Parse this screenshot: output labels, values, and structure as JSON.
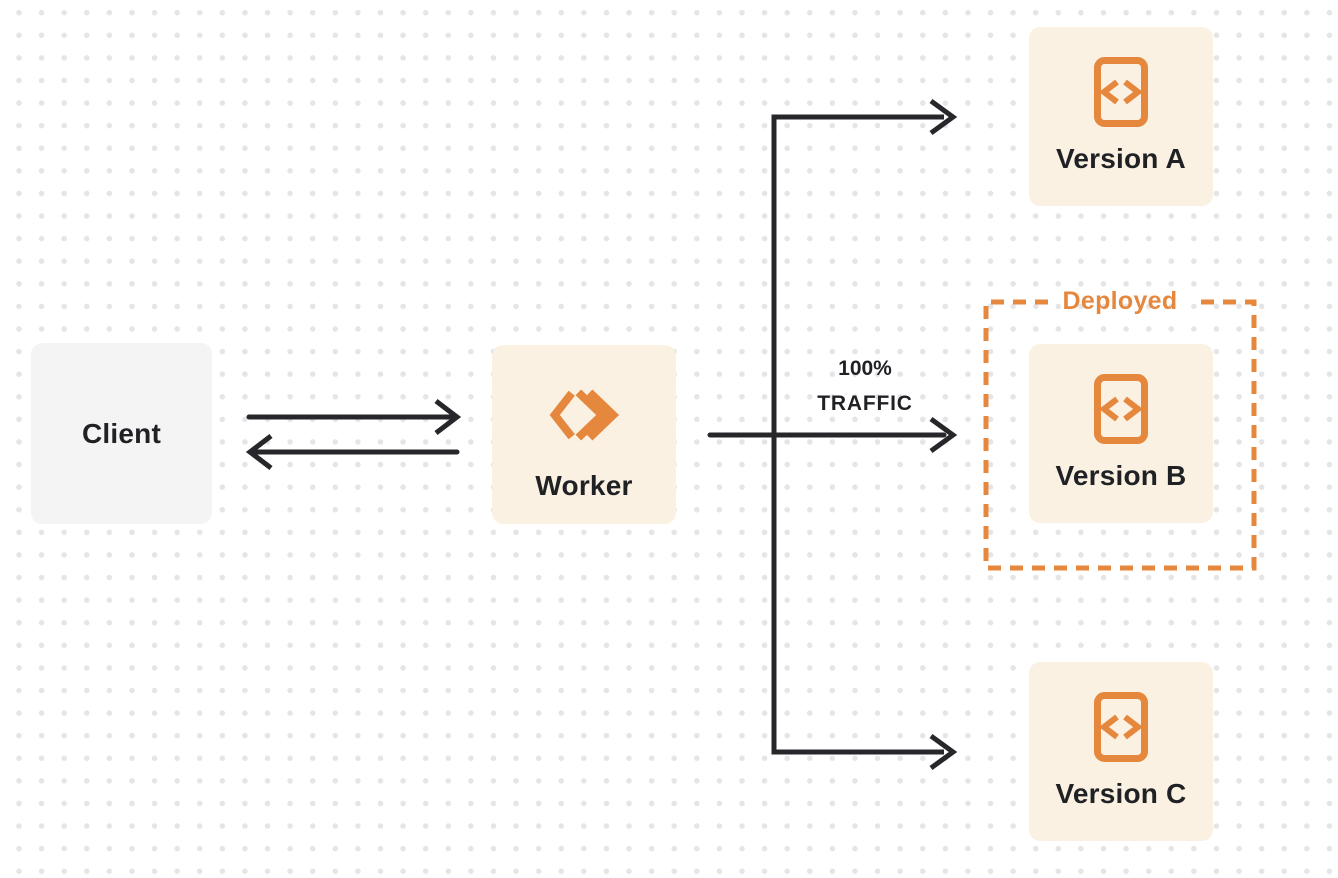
{
  "diagram": {
    "nodes": {
      "client": {
        "label": "Client"
      },
      "worker": {
        "label": "Worker"
      },
      "version_a": {
        "label": "Version A"
      },
      "version_b": {
        "label": "Version B"
      },
      "version_c": {
        "label": "Version C"
      }
    },
    "traffic_label": {
      "line1": "100%",
      "line2": "TRAFFIC"
    },
    "deployed_group": {
      "label": "Deployed"
    },
    "icons": {
      "worker": "cloudflare-workers-logo",
      "version": "code-file-icon"
    },
    "colors": {
      "accent_orange": "#E6873E",
      "node_cream": "#FAF1E2",
      "node_gray": "#F4F4F5",
      "ink": "#27272B",
      "dot_grid": "#E5E5E8",
      "background": "#FFFFFF"
    }
  }
}
